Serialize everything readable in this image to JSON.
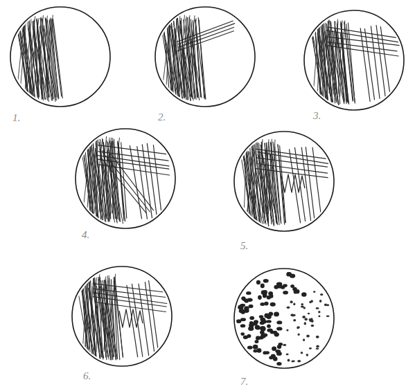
{
  "diagram": {
    "labels": [
      "1.",
      "2.",
      "3.",
      "4.",
      "5.",
      "6.",
      "7."
    ]
  }
}
